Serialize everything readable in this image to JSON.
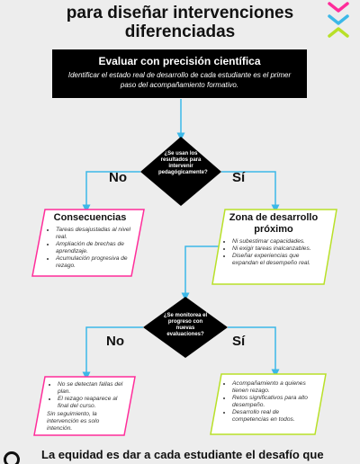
{
  "title": {
    "line1": "para diseñar intervenciones",
    "line2": "diferenciadas"
  },
  "top_box": {
    "heading": "Evaluar con precisión científica",
    "text": "Identificar el estado real de desarrollo de cada estudiante es el primer paso del acompañamiento formativo."
  },
  "decision1": {
    "question": "¿Se usan los resultados para intervenir pedagógicamente?",
    "no_label": "No",
    "yes_label": "Sí"
  },
  "consecuencias": {
    "heading": "Consecuencias",
    "items": [
      "Tareas desajustadas al nivel real.",
      "Ampliación de brechas de aprendizaje.",
      "Acumulación progresiva de rezago."
    ]
  },
  "zona": {
    "heading": "Zona de desarrollo próximo",
    "items": [
      "Ni subestimar capacidades.",
      "Ni exigir tareas inalcanzables.",
      "Diseñar experiencias que expandan el desempeño real."
    ]
  },
  "decision2": {
    "question": "¿Se monitorea el progreso con nuevas evaluaciones?",
    "no_label": "No",
    "yes_label": "Sí"
  },
  "no_result": {
    "items": [
      "No se detectan fallas del plan.",
      "El rezago reaparece al final del curso."
    ],
    "note": "Sin seguimiento, la intervención es solo intención."
  },
  "yes_result": {
    "items": [
      "Acompañamiento a quienes tienen rezago.",
      "Retos significativos para alto desempeño.",
      "Desarrollo real de competencias en todos."
    ]
  },
  "footer": {
    "text": "La equidad es dar a cada estudiante el desafío que"
  },
  "colors": {
    "pink": "#ff2d9a",
    "green": "#b8e028",
    "blue": "#3cb8e8",
    "black": "#000000"
  }
}
